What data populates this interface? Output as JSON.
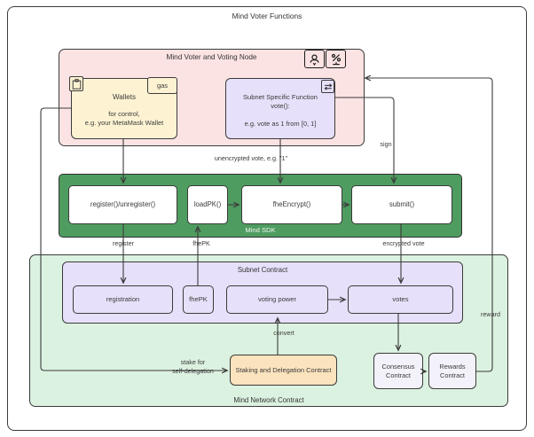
{
  "diagram": {
    "title": "Mind Voter Functions",
    "type": "flowchart",
    "colors": {
      "pink_node": "#fce3e3",
      "yellow_wallet": "#fdf3d3",
      "lavender": "#e7e0fa",
      "sdk_green": "#4f9c60",
      "network_green": "#dcf2e0",
      "orange_staking": "#fbe3be",
      "contract_grey": "#f3f2fa",
      "stroke": "#3b3b3b"
    }
  },
  "voter_node": {
    "title": "Mind Voter and Voting Node",
    "icons": [
      {
        "name": "user-badge-icon",
        "label": "user"
      },
      {
        "name": "monitor-percent-icon",
        "label": "%"
      }
    ],
    "wallets": {
      "corner_icon": "clipboard-icon",
      "gas_badge": "gas",
      "title": "Wallets",
      "desc_line1": "for control,",
      "desc_line2": "e.g. your MetaMask Wallet"
    },
    "subnet_function": {
      "corner_icon": "swap-arrows-icon",
      "line1": "Subnet Specific Function",
      "line2": "vote():",
      "line3": "e.g. vote as 1 from [0, 1]"
    }
  },
  "sdk": {
    "title": "Mind SDK",
    "cells": [
      {
        "label": "register()/unregister()"
      },
      {
        "label": "loadPK()"
      },
      {
        "label": "fheEncrypt()"
      },
      {
        "label": "submit()"
      }
    ]
  },
  "network_contract": {
    "title": "Mind Network Contract",
    "subnet_contract": {
      "title": "Subnet Contract",
      "cells": [
        {
          "label": "registration"
        },
        {
          "label": "fhePK"
        },
        {
          "label": "voting power"
        },
        {
          "label": "votes"
        }
      ]
    },
    "staking_contract": {
      "label": "Staking and Delegation Contract"
    },
    "consensus_contract": {
      "line1": "Consensus",
      "line2": "Contract"
    },
    "rewards_contract": {
      "line1": "Rewards",
      "line2": "Contract"
    }
  },
  "edge_labels": {
    "unencrypted_vote": "unencrypted vote, e.g. \"1\"",
    "sign": "sign",
    "register": "register",
    "fhepk": "fhePK",
    "encrypted_vote": "encrypted vote",
    "convert": "convert",
    "reward": "reward",
    "stake_line1": "stake for",
    "stake_line2": "self-delegation"
  }
}
